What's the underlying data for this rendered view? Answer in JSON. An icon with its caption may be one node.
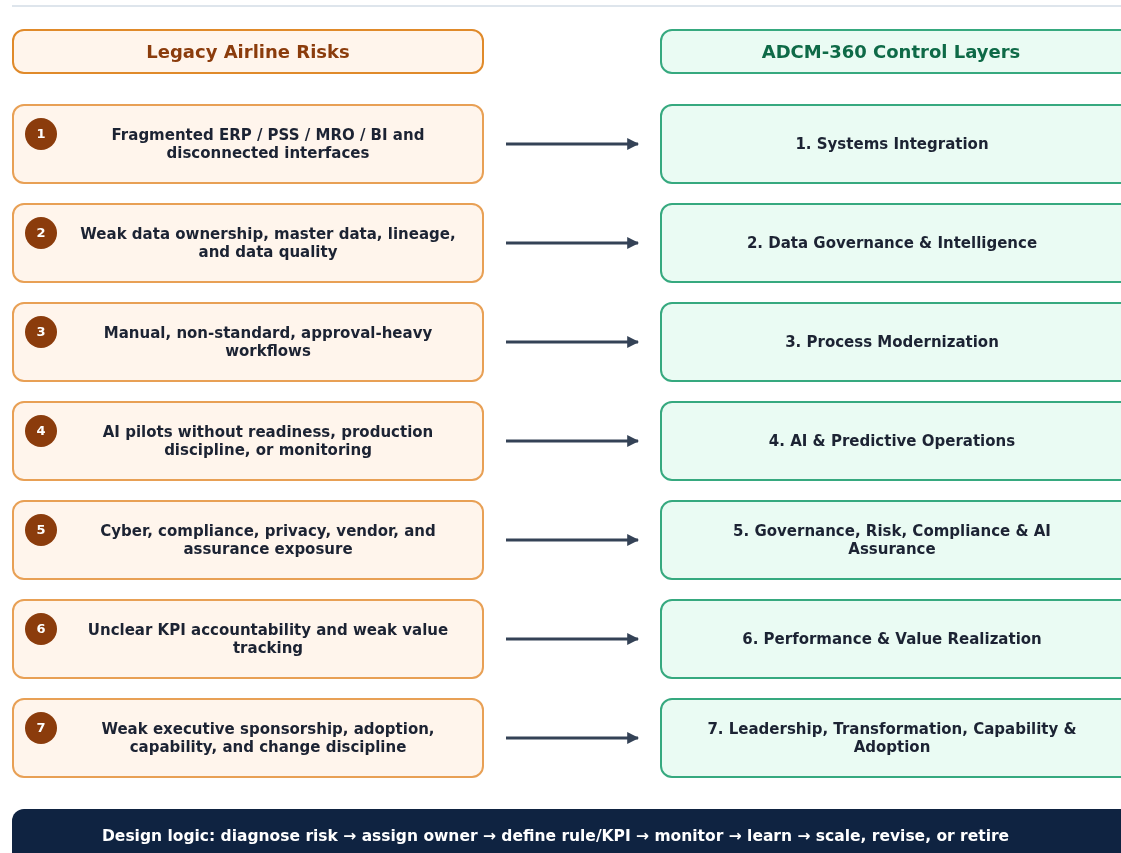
{
  "diagram": {
    "nodes": [
      {
        "text": [
          "Legacy Airline Risks"
        ]
      },
      {
        "text": [
          "ADCM-360 Control Layers"
        ]
      },
      {
        "text": [
          "Fragmented ERP / PSS / MRO / BI and disconnected interfaces"
        ]
      },
      {
        "text": [
          "1"
        ],
        "in": 2
      },
      {
        "text": [
          "1. Systems Integration"
        ]
      },
      {
        "text": [
          "Weak data ownership, master data, lineage, and data quality"
        ]
      },
      {
        "text": [
          "2"
        ],
        "in": 5
      },
      {
        "text": [
          "2. Data Governance & Intelligence"
        ]
      },
      {
        "text": [
          "Manual, non-standard, approval-heavy workflows"
        ]
      },
      {
        "text": [
          "3"
        ],
        "in": 8
      },
      {
        "text": [
          "3. Process Modernization"
        ]
      },
      {
        "text": [
          "AI pilots without readiness, production discipline, or monitoring"
        ]
      },
      {
        "text": [
          "4"
        ],
        "in": 11
      },
      {
        "text": [
          "4. AI & Predictive Operations"
        ]
      },
      {
        "text": [
          "Cyber, compliance, privacy, vendor, and assurance exposure"
        ]
      },
      {
        "text": [
          "5"
        ],
        "in": 14
      },
      {
        "text": [
          "5. Governance, Risk, Compliance & AI Assurance"
        ]
      },
      {
        "text": [
          "Unclear KPI accountability and weak value tracking"
        ]
      },
      {
        "text": [
          "6"
        ],
        "in": 17
      },
      {
        "text": [
          "6. Performance & Value Realization"
        ]
      },
      {
        "text": [
          "Weak executive sponsorship, adoption, capability, and change discipline"
        ]
      },
      {
        "text": [
          "7"
        ],
        "in": 20
      },
      {
        "text": [
          "7. Leadership, Transformation, Capability & Adoption"
        ]
      },
      {
        "text": [
          "Design logic: diagnose risk → assign owner → define rule/KPI → monitor → learn → scale, revise, or retire"
        ]
      }
    ],
    "edges": [
      {
        "from": 2,
        "to": 4,
        "arrow": "to"
      },
      {
        "from": 5,
        "to": 7,
        "arrow": "to"
      },
      {
        "from": 8,
        "to": 10,
        "arrow": "to"
      },
      {
        "from": 11,
        "to": 13,
        "arrow": "to"
      },
      {
        "from": 14,
        "to": 16,
        "arrow": "to"
      },
      {
        "from": 17,
        "to": 19,
        "arrow": "to"
      },
      {
        "from": 20,
        "to": 22,
        "arrow": "to"
      }
    ]
  }
}
